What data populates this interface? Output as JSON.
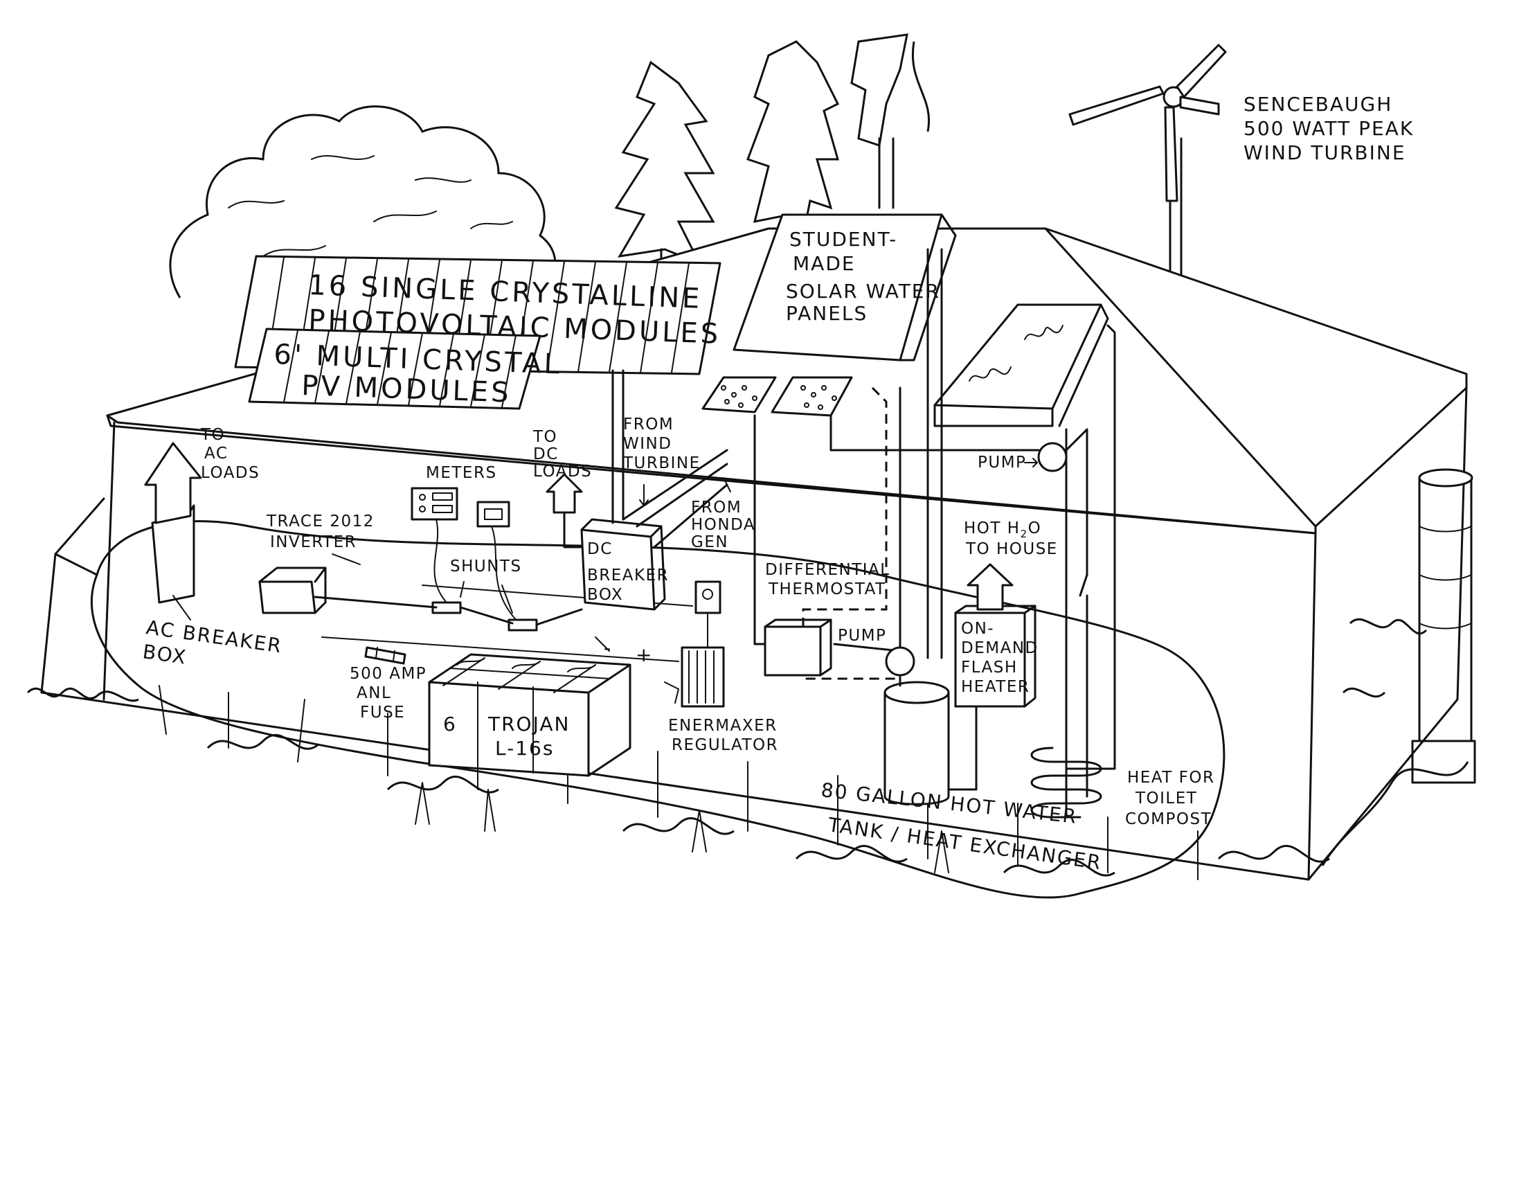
{
  "labels": {
    "wind_turbine": [
      "SENCEBAUGH",
      "500 WATT PEAK",
      "WIND TURBINE"
    ],
    "pv_single": [
      "16 SINGLE CRYSTALLINE",
      "PHOTOVOLTAIC MODULES"
    ],
    "pv_multi": [
      "6' MULTI CRYSTAL",
      "PV MODULES"
    ],
    "solar_water": [
      "STUDENT-",
      "MADE",
      "SOLAR WATER",
      "PANELS"
    ],
    "to_ac_loads": [
      "TO",
      "AC",
      "LOADS"
    ],
    "to_dc_loads": [
      "TO",
      "DC",
      "LOADS"
    ],
    "from_wind_turbine": [
      "FROM",
      "WIND",
      "TURBINE"
    ],
    "from_honda_gen": [
      "FROM",
      "HONDA",
      "GEN"
    ],
    "meters": "METERS",
    "trace_inverter": [
      "TRACE 2012",
      "INVERTER"
    ],
    "shunts": "SHUNTS",
    "dc_breaker_box": [
      "DC",
      "BREAKER",
      "BOX"
    ],
    "ac_breaker_box": [
      "AC BREAKER",
      "BOX"
    ],
    "anl_fuse": [
      "500 AMP",
      "ANL",
      "FUSE"
    ],
    "batteries": [
      "6",
      "TROJAN",
      "L-16s"
    ],
    "battery_minus": "-",
    "battery_plus": "+",
    "enermaxer": [
      "ENERMAXER",
      "REGULATOR"
    ],
    "pump_top": "PUMP",
    "pump_bottom": "PUMP",
    "differential_thermostat": [
      "DIFFERENTIAL",
      "THERMOSTAT"
    ],
    "hot_water": [
      "HOT H",
      "2",
      "O",
      "TO HOUSE"
    ],
    "flash_heater": [
      "ON-",
      "DEMAND",
      "FLASH",
      "HEATER"
    ],
    "hot_water_tank": [
      "80 GALLON  HOT WATER",
      "TANK / HEAT EXCHANGER"
    ],
    "heat_toilet": [
      "HEAT FOR",
      "TOILET",
      "COMPOST"
    ]
  }
}
